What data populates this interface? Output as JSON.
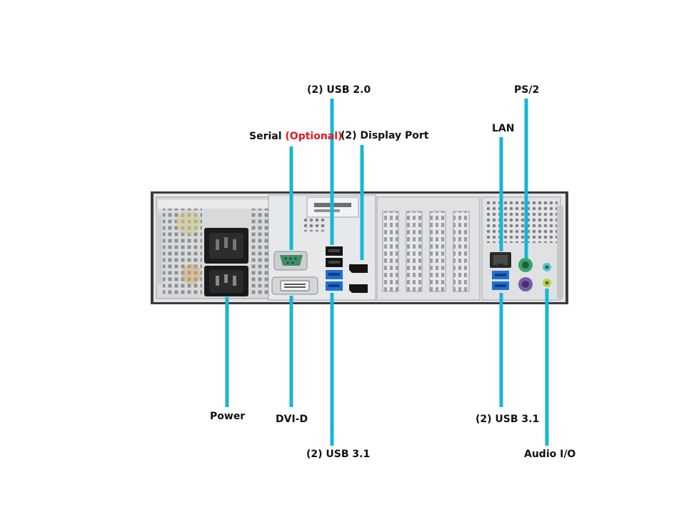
{
  "colors": {
    "leader": "#16b6d8",
    "optional": "#e0191f",
    "label": "#111111",
    "chassis": "#e2e4e6",
    "chassis_frame": "#3a3c3f",
    "port_blue": "#1f6fd1",
    "port_black": "#141414",
    "port_green": "#3aa36b",
    "port_purple": "#7b5aa6",
    "port_teal": "#58c3c7",
    "port_lime": "#b9d44a"
  },
  "labels": {
    "usb20_top": "(2) USB 2.0",
    "display_port": "(2) Display Port",
    "serial": "Serial",
    "serial_optional": "(Optional)",
    "ps2": "PS/2",
    "lan": "LAN",
    "power": "Power",
    "dvi_d": "DVI-D",
    "usb31_bottom_left": "(2) USB 3.1",
    "usb31_bottom_right": "(2) USB 3.1",
    "audio_io": "Audio I/O"
  },
  "icons": [
    "chassis-illustration",
    "power-socket-icon",
    "serial-port-icon",
    "dvi-port-icon",
    "usb-port-icon",
    "display-port-icon",
    "lan-port-icon",
    "ps2-port-icon",
    "audio-jack-icon"
  ]
}
